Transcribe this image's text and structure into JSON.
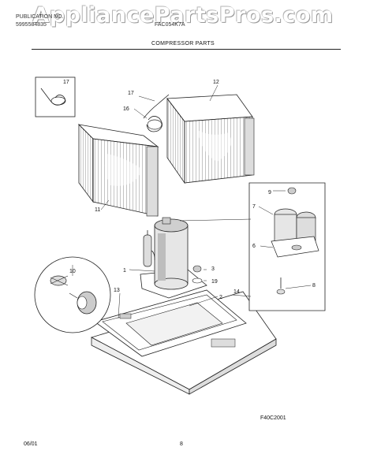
{
  "watermark": "AppliancePartsPros.com",
  "header": {
    "left_line1": "PUBLICATION NO.",
    "left_line2": "5995584835",
    "model": "FAC054K7A",
    "section_title": "COMPRESSOR PARTS"
  },
  "callouts": {
    "c1": "1",
    "c2": "2",
    "c3": "3",
    "c6": "6",
    "c7": "7",
    "c8": "8",
    "c9": "9",
    "c10": "10",
    "c11": "11",
    "c12": "12",
    "c13": "13",
    "c14": "14",
    "c16": "16",
    "c17a": "17",
    "c17b": "17",
    "c19": "19"
  },
  "diagram_code": "F40C2001",
  "footer": {
    "date": "06/01",
    "page": "8"
  }
}
